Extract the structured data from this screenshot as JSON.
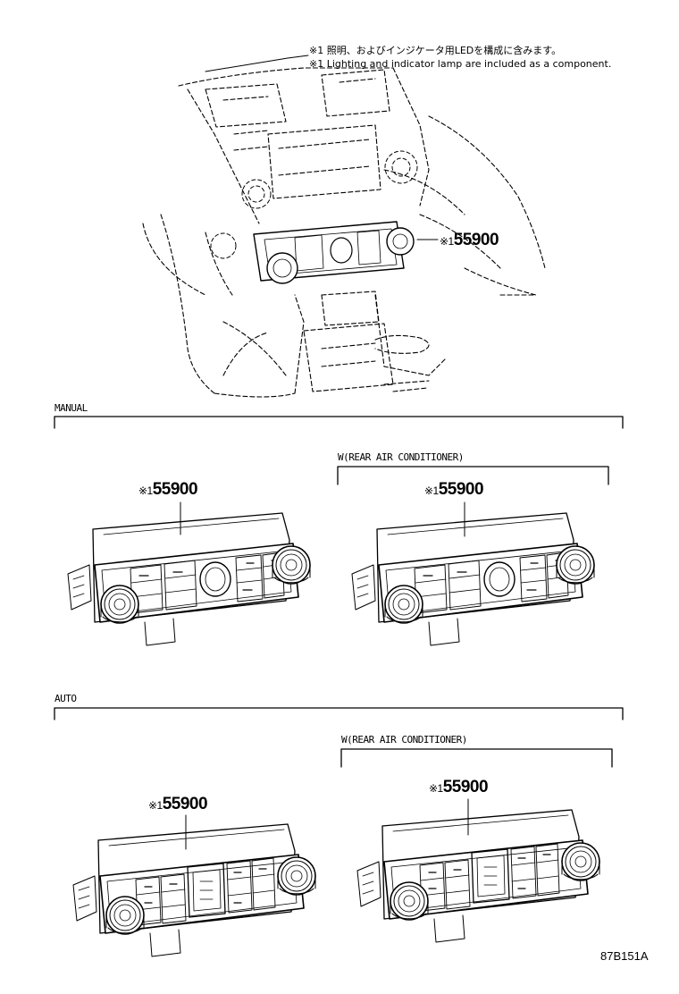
{
  "note": {
    "ja": "※1 照明、およびインジケータ用LEDを構成に含みます。",
    "en": "※1 Lighting and indicator lamp are included as a component."
  },
  "callouts": {
    "overview": {
      "ref": "※1",
      "part": "55900"
    },
    "manual_std": {
      "ref": "※1",
      "part": "55900"
    },
    "manual_rear": {
      "ref": "※1",
      "part": "55900"
    },
    "auto_std": {
      "ref": "※1",
      "part": "55900"
    },
    "auto_rear": {
      "ref": "※1",
      "part": "55900"
    }
  },
  "sections": {
    "manual": {
      "label": "MANUAL",
      "variant_label": "W(REAR AIR CONDITIONER)"
    },
    "auto": {
      "label": "AUTO",
      "variant_label": "W(REAR AIR CONDITIONER)"
    }
  },
  "diagram_code": "87B151A"
}
